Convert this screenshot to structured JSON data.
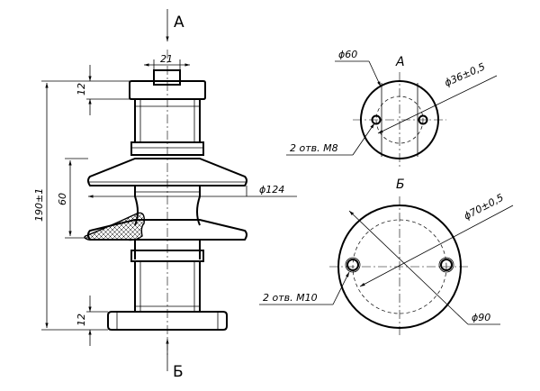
{
  "views": {
    "arrow_top": "А",
    "arrow_bottom": "Б",
    "view_a_title": "А",
    "view_b_title": "Б"
  },
  "dimensions": {
    "top_width": "21",
    "top_cap_height": "12",
    "total_height": "190±1",
    "shed_spacing": "60",
    "shed_diameter": "ϕ124",
    "bottom_flange_height": "12",
    "view_a_outer": "ϕ60",
    "view_a_bolt_circle": "ϕ36±0,5",
    "view_a_holes": "2 отв. М8",
    "view_b_bolt_circle": "ϕ70±0,5",
    "view_b_holes": "2 отв. М10",
    "view_b_outer": "ϕ90"
  }
}
